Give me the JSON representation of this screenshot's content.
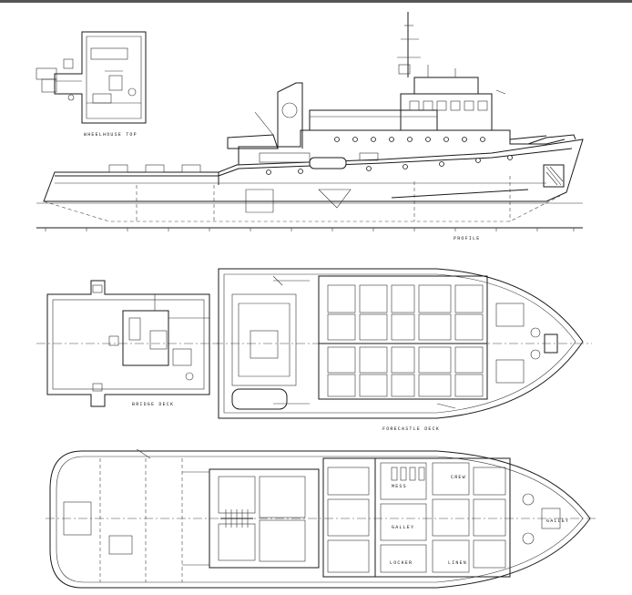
{
  "drawing": {
    "views": {
      "wheelhouse_top": {
        "label": "WHEELHOUSE TOP"
      },
      "profile": {
        "label": "PROFILE"
      },
      "bridge_deck": {
        "label": "BRIDGE DECK"
      },
      "forecastle_deck": {
        "label": "FORECASTLE DECK"
      },
      "main_deck": {
        "rooms": [
          "GALLEY",
          "MESS",
          "LOCKER",
          "LINEN",
          "CREW",
          "GALLEY"
        ]
      }
    }
  }
}
